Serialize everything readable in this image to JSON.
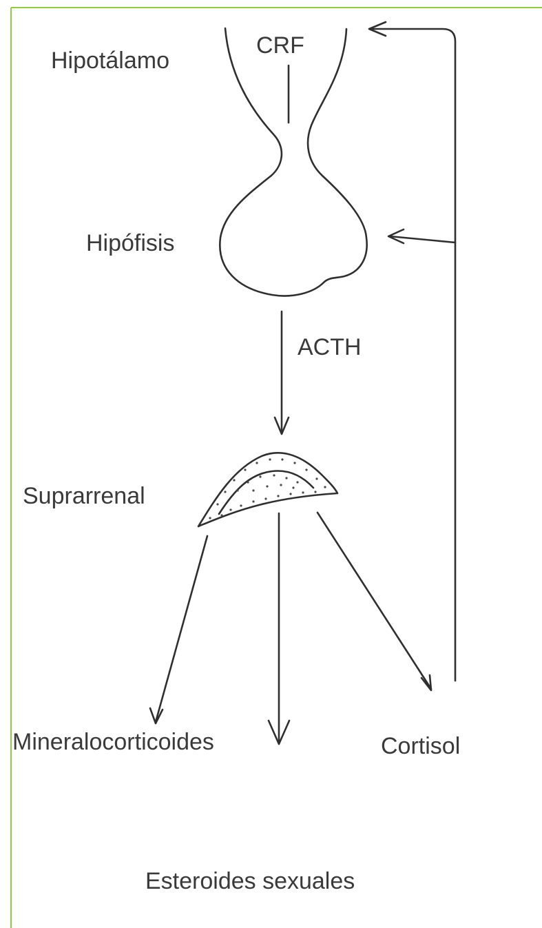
{
  "colors": {
    "frame": "#8fcf3f",
    "line": "#2f2f2f",
    "text": "#3a3a3a"
  },
  "labels": {
    "hypothalamus": "Hipotálamo",
    "crf": "CRF",
    "pituitary": "Hipófisis",
    "acth": "ACTH",
    "adrenal": "Suprarrenal",
    "mineralocorticoids": "Mineralocorticoides",
    "cortisol": "Cortisol",
    "sex_steroids": "Esteroides sexuales"
  }
}
